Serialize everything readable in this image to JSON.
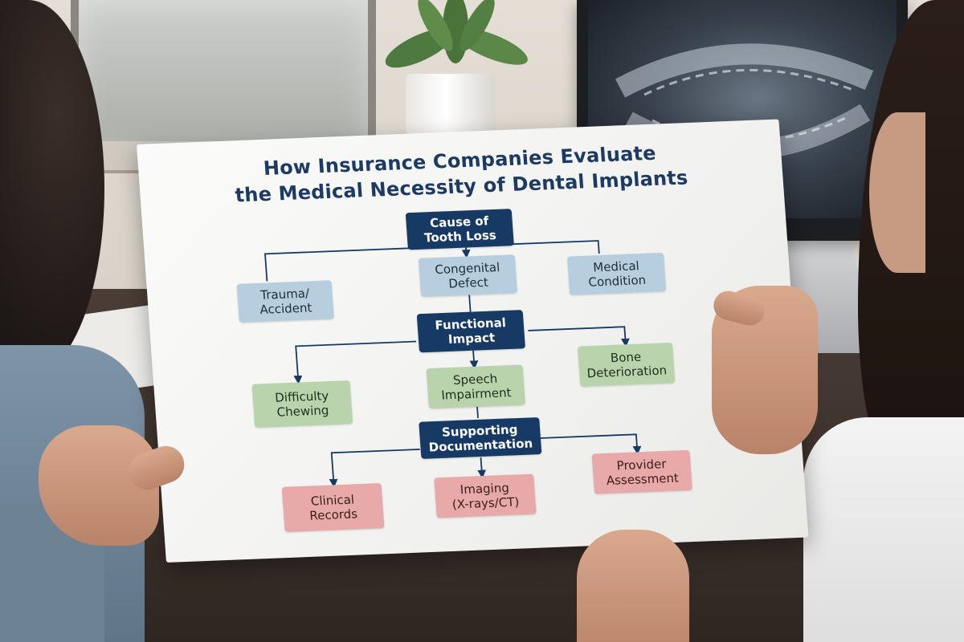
{
  "diagram": {
    "title_lines": [
      "How Insurance Companies Evaluate",
      "the Medical Necessity of Dental Implants"
    ],
    "nodes": {
      "cause": [
        "Cause of",
        "Tooth Loss"
      ],
      "trauma": [
        "Trauma/",
        "Accident"
      ],
      "congenital": [
        "Congenital",
        "Defect"
      ],
      "medical": [
        "Medical",
        "Condition"
      ],
      "functional": [
        "Functional",
        "Impact"
      ],
      "chewing": [
        "Difficulty",
        "Chewing"
      ],
      "speech": [
        "Speech",
        "Impairment"
      ],
      "bone": [
        "Bone",
        "Deterioration"
      ],
      "supporting": [
        "Supporting",
        "Documentation"
      ],
      "clinical": [
        "Clinical",
        "Records"
      ],
      "imaging": [
        "Imaging",
        "(X-rays/CT)"
      ],
      "provider": [
        "Provider",
        "Assessment"
      ]
    },
    "colors": {
      "header": "#163a63",
      "cause_category": "#b7cede",
      "impact_category": "#b9d4ad",
      "documentation_category": "#e8aaa9",
      "title": "#1d3a63"
    }
  }
}
